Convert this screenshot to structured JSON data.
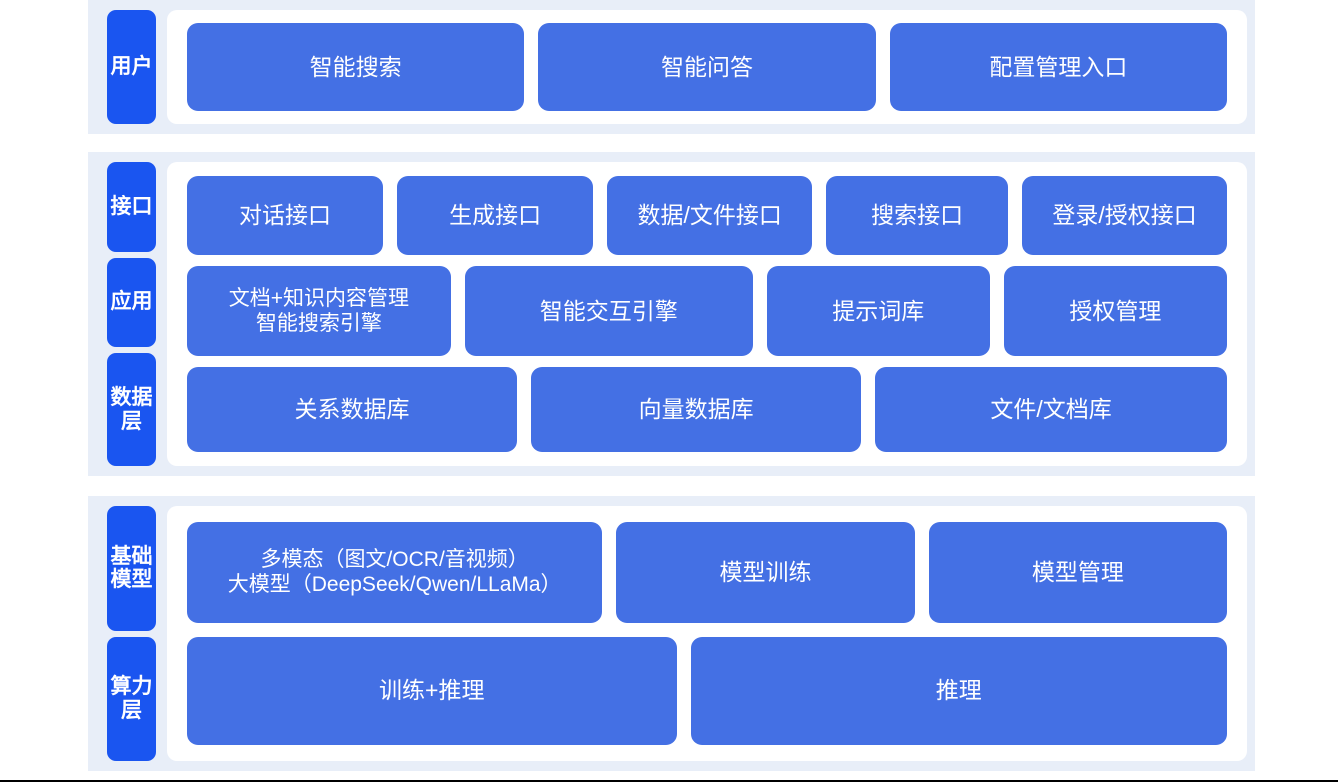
{
  "diagram": {
    "type": "layered-architecture",
    "accent_tab_color": "#1a55f0",
    "box_color": "#4470e4",
    "band_color": "#e8eef8",
    "panel_color": "#ffffff",
    "sections": [
      {
        "id": "users",
        "tabs": [
          "用户"
        ],
        "rows": [
          {
            "id": "user-entries",
            "boxes": [
              "智能搜索",
              "智能问答",
              "配置管理入口"
            ]
          }
        ]
      },
      {
        "id": "platform",
        "tabs": [
          "接口",
          "应用",
          "数据层"
        ],
        "rows": [
          {
            "id": "interface",
            "boxes": [
              "对话接口",
              "生成接口",
              "数据/文件接口",
              "搜索接口",
              "登录/授权接口"
            ],
            "flex": [
              1,
              1,
              1.05,
              0.92,
              1.05
            ]
          },
          {
            "id": "application",
            "boxes": [
              "文档+知识内容管理\n智能搜索引擎",
              "智能交互引擎",
              "提示词库",
              "授权管理"
            ],
            "flex": [
              1.02,
              1.12,
              0.85,
              0.85
            ]
          },
          {
            "id": "data-layer",
            "boxes": [
              "关系数据库",
              "向量数据库",
              "文件/文档库"
            ],
            "flex": [
              1,
              1,
              1.07
            ]
          }
        ]
      },
      {
        "id": "foundation",
        "tabs": [
          "基础模型",
          "算力层"
        ],
        "rows": [
          {
            "id": "model",
            "boxes": [
              "多模态（图文/OCR/音视频）\n大模型（DeepSeek/Qwen/LLaMa）",
              "模型训练",
              "模型管理"
            ],
            "flex": [
              1.42,
              1,
              1
            ]
          },
          {
            "id": "compute",
            "boxes": [
              "训练+推理",
              "推理"
            ],
            "flex": [
              1,
              1.1
            ]
          }
        ]
      }
    ]
  }
}
